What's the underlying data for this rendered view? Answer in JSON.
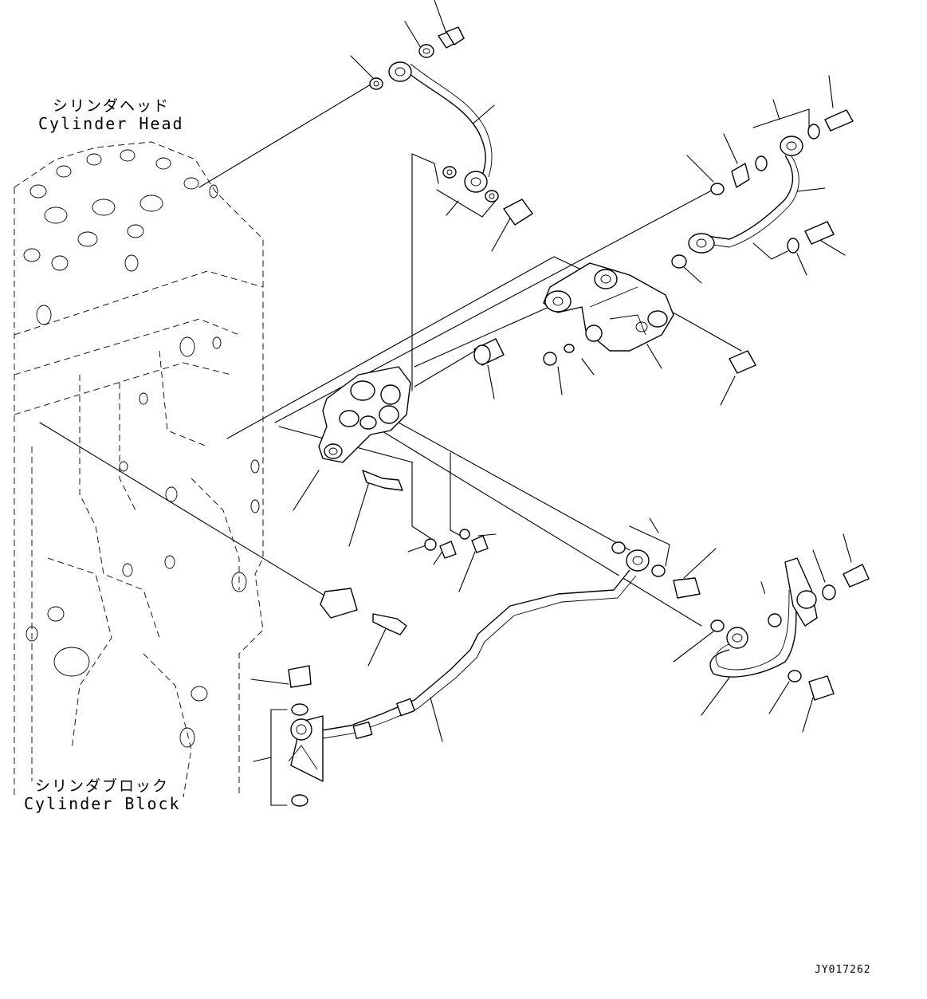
{
  "labels": {
    "cylinder_head_jp": "シリンダヘッド",
    "cylinder_head_en": "Cylinder Head",
    "cylinder_block_jp": "シリンダブロック",
    "cylinder_block_en": "Cylinder Block",
    "drawing_code": "JY017262"
  }
}
